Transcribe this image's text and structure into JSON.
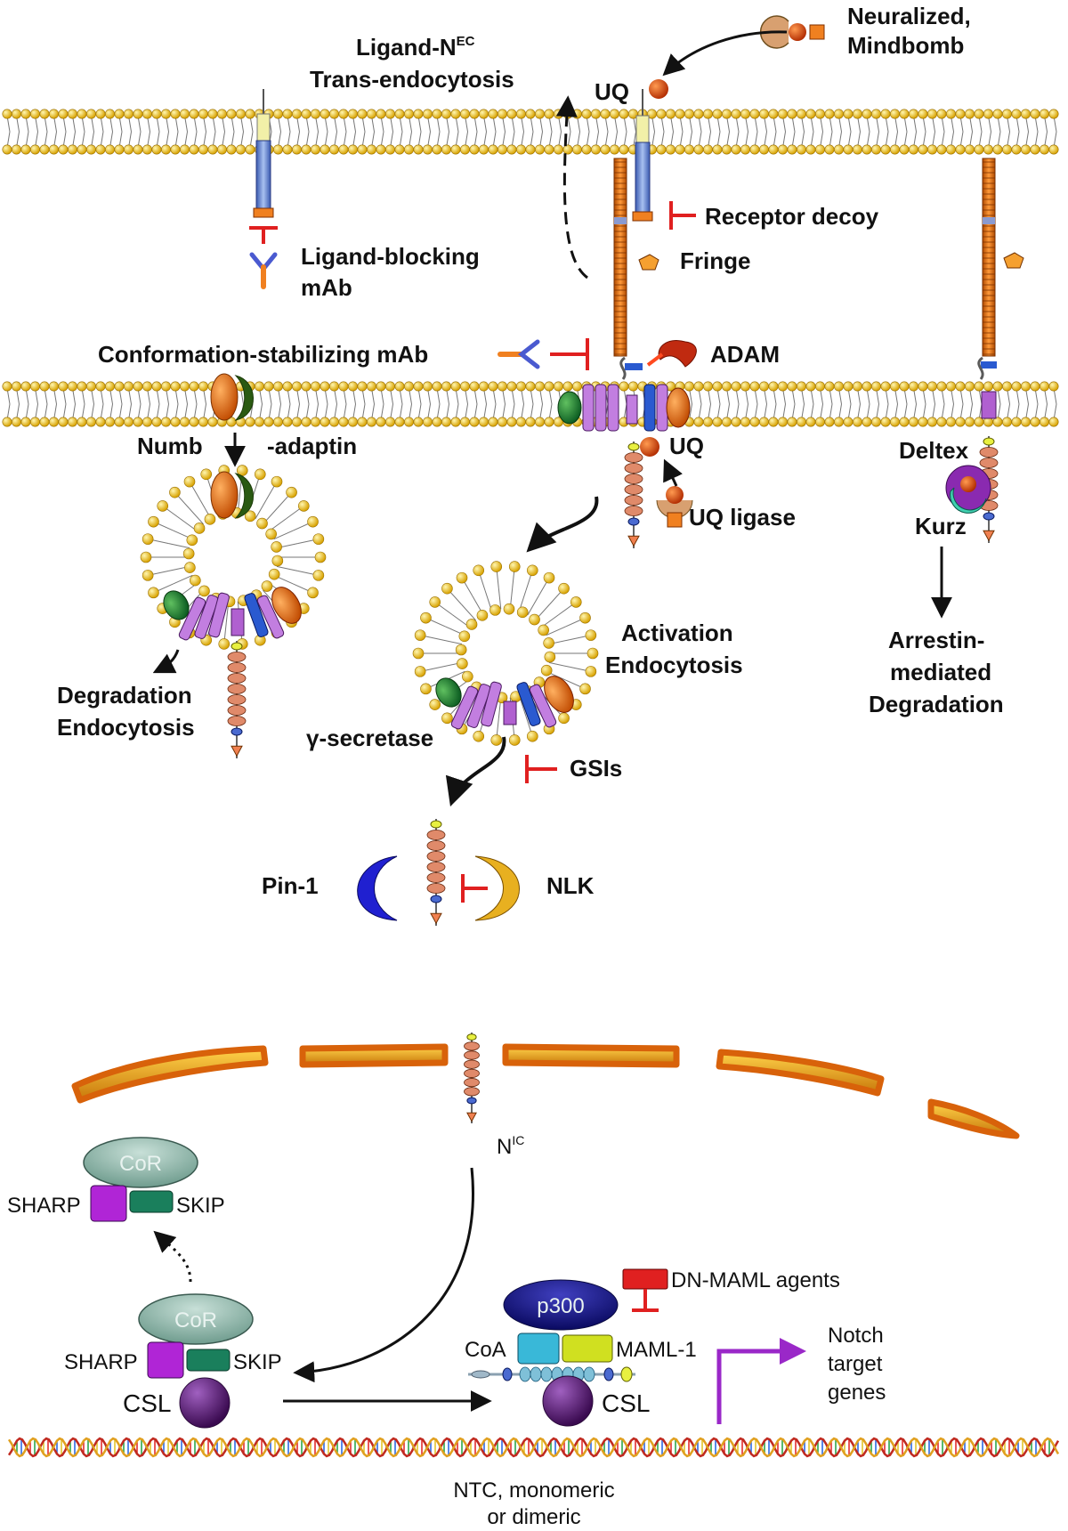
{
  "labels": {
    "neuralized": "Neuralized,",
    "mindbomb": "Mindbomb",
    "ligand_nec": "Ligand-N",
    "ligand_nec_sup": "EC",
    "trans_endocytosis": "Trans-endocytosis",
    "uq_top": "UQ",
    "receptor_decoy": "Receptor decoy",
    "fringe": "Fringe",
    "ligand_blocking": "Ligand-blocking",
    "mab": "mAb",
    "conformation_mab": "Conformation-stabilizing mAb",
    "adam": "ADAM",
    "numb": "Numb",
    "adaptin": "-adaptin",
    "uq_mid": "UQ",
    "uq_ligase": "UQ ligase",
    "deltex": "Deltex",
    "kurz": "Kurz",
    "activation": "Activation",
    "endocytosis_act": "Endocytosis",
    "arrestin": "Arrestin-",
    "mediated": "mediated",
    "degradation": "Degradation",
    "degradation_left": "Degradation",
    "endocytosis_left": "Endocytosis",
    "gamma_secretase": "γ-secretase",
    "gsis": "GSIs",
    "pin1": "Pin-1",
    "nlk": "NLK",
    "nic": "N",
    "nic_sup": "IC",
    "cor_top": "CoR",
    "sharp_top": "SHARP",
    "skip_top": "SKIP",
    "cor_bottom": "CoR",
    "sharp_bottom": "SHARP",
    "skip_bottom": "SKIP",
    "csl_left": "CSL",
    "p300": "p300",
    "dn_maml": "DN-MAML agents",
    "coa": "CoA",
    "maml1": "MAML-1",
    "csl_right": "CSL",
    "notch": "Notch",
    "target": "target",
    "genes": "genes",
    "ntc": "NTC, monomeric",
    "dimeric": "or dimeric"
  },
  "colors": {
    "membrane_head": "#e6b400",
    "notch_ecd": "#e07a1e",
    "inhibitor_red": "#e02020",
    "ligand_blue": "#6a8fd6",
    "presenilin_purple": "#c27ee0",
    "nic_blue": "#6f8fd0",
    "cor_teal": "#8fb3a8",
    "sharp_purple": "#b025d6",
    "skip_green": "#1a7f5c",
    "csl_purple": "#5a1a7a",
    "p300_navy": "#1a1a90",
    "coa_cyan": "#39b8d8",
    "maml_yellow": "#d0e020",
    "arrow_violet": "#9a28c8"
  }
}
